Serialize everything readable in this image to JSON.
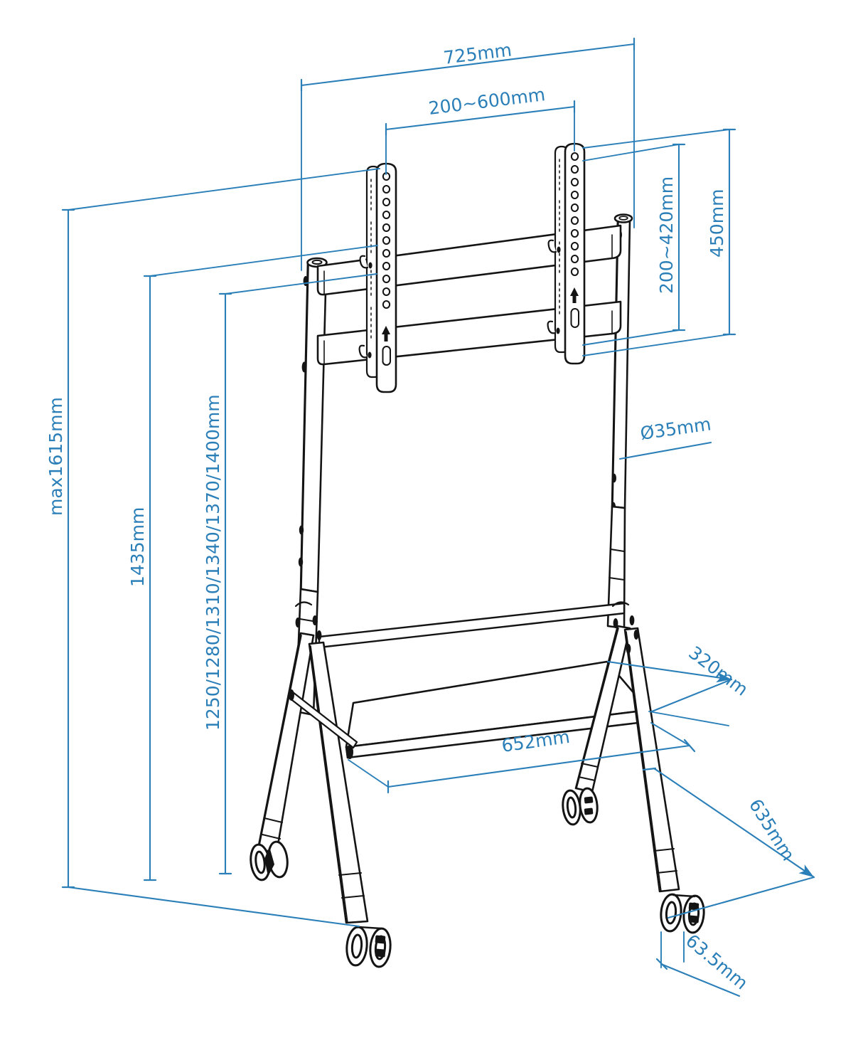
{
  "drawing": {
    "title": "Mobile TV Cart Dimensional Drawing",
    "units": "mm",
    "line_color": "#1a1a1a",
    "dimension_color": "#2b7fb8",
    "background": "#ffffff"
  },
  "dimensions": {
    "width_overall": "725mm",
    "vesa_width_range": "200~600mm",
    "vesa_height_range": "200~420mm",
    "bracket_height": "450mm",
    "height_max": "max1615mm",
    "height_mid": "1435mm",
    "height_steps": "1250/1280/1310/1340/1370/1400mm",
    "tube_diameter": "Ø35mm",
    "shelf_depth": "320mm",
    "shelf_width": "652mm",
    "base_depth": "635mm",
    "caster_size": "63.5mm"
  },
  "labels": [
    {
      "id": "width-overall",
      "text": "725mm"
    },
    {
      "id": "vesa-width",
      "text": "200~600mm"
    },
    {
      "id": "vesa-height",
      "text": "200~420mm"
    },
    {
      "id": "bracket-height",
      "text": "450mm"
    },
    {
      "id": "height-max",
      "text": "max1615mm"
    },
    {
      "id": "height-mid",
      "text": "1435mm"
    },
    {
      "id": "height-steps",
      "text": "1250/1280/1310/1340/1370/1400mm"
    },
    {
      "id": "tube-diameter",
      "text": "Ø35mm"
    },
    {
      "id": "shelf-depth",
      "text": "320mm"
    },
    {
      "id": "shelf-width",
      "text": "652mm"
    },
    {
      "id": "base-depth",
      "text": "635mm"
    },
    {
      "id": "caster-size",
      "text": "63.5mm"
    }
  ]
}
